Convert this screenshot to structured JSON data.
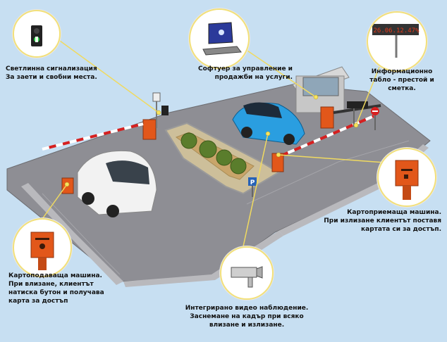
{
  "labels": {
    "lights": [
      "Светлинна сигнализация",
      "За заети и свобни места."
    ],
    "software": [
      "Софтуер за управление и",
      "продажби на услуги."
    ],
    "board": [
      "Информационно",
      "табло - престой и",
      "сметка."
    ],
    "card_accept": [
      "Картоприемаща машина.",
      "При излизане клиентът поставя",
      "картата си за достъп."
    ],
    "card_dispense": [
      "Картоподаваща машина.",
      "При влизане, клиентът",
      "натиска бутон и получава",
      "карта за достъп"
    ],
    "camera": [
      "Интегрирано видео наблюдение.",
      "Заснемане на кадър при всяко",
      "влизане и излизане."
    ]
  },
  "board_display": "26.06.12.47%",
  "parking_sign": "P",
  "colors": {
    "background": "#c7dff2",
    "accent_orange": "#e2571a",
    "connector": "#f0da60",
    "led_red": "#e23b1b"
  },
  "icons": {
    "traffic_light": "traffic-light-icon",
    "laptop": "laptop-icon",
    "info_board": "info-board-icon",
    "card_machine": "card-machine-icon",
    "camera": "camera-icon"
  }
}
